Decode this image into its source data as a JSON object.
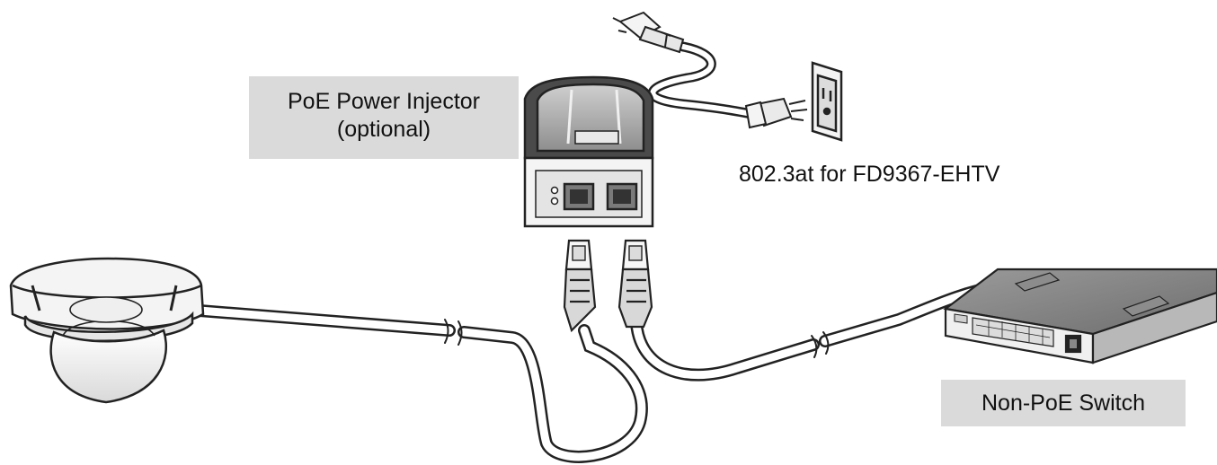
{
  "labels": {
    "injector_line1": "PoE Power Injector",
    "injector_line2": "(optional)",
    "standard_note": "802.3at for FD9367-EHTV",
    "switch_label": "Non-PoE Switch"
  },
  "colors": {
    "outline": "#222222",
    "label_background": "#dadada",
    "device_fill": "#f2f2f2",
    "device_shade": "#bdbdbd",
    "switch_body": "#a9a9a9"
  },
  "icons": [
    "dome-camera-icon",
    "poe-injector-icon",
    "power-cord-icon",
    "wall-outlet-icon",
    "network-switch-icon",
    "rj45-connector-icon"
  ]
}
